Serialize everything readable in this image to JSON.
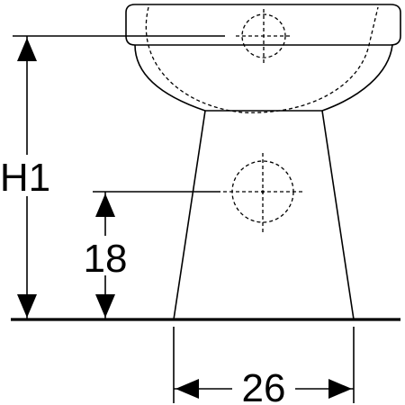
{
  "labels": {
    "total_height": "H1",
    "outlet_height": "18",
    "base_width": "26"
  },
  "colors": {
    "line": "#000000",
    "background": "#ffffff"
  }
}
